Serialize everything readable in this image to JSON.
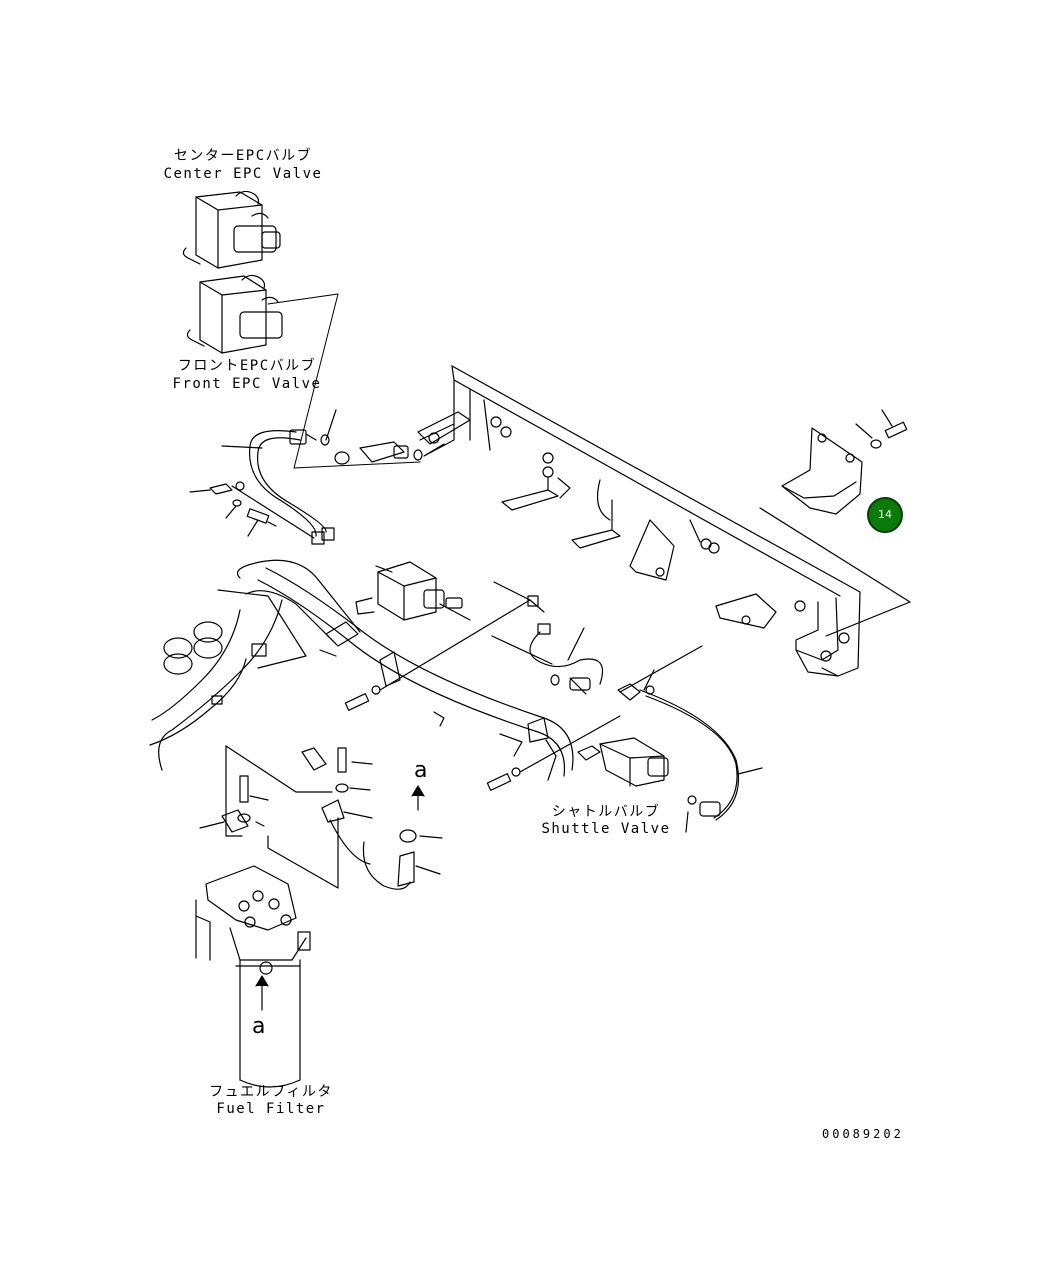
{
  "labels": {
    "center_epc_jp": "センターEPCバルブ",
    "center_epc_en": "Center EPC Valve",
    "front_epc_jp": "フロントEPCバルブ",
    "front_epc_en": "Front EPC Valve",
    "shuttle_jp": "シャトルバルブ",
    "shuttle_en": "Shuttle Valve",
    "fuel_jp": "フュエルフィルタ",
    "fuel_en": "Fuel Filter",
    "ref_a_upper": "a",
    "ref_a_lower": "a"
  },
  "drawing_number": "00089202",
  "callout": {
    "number": "14",
    "color": "#0b7a0b"
  }
}
